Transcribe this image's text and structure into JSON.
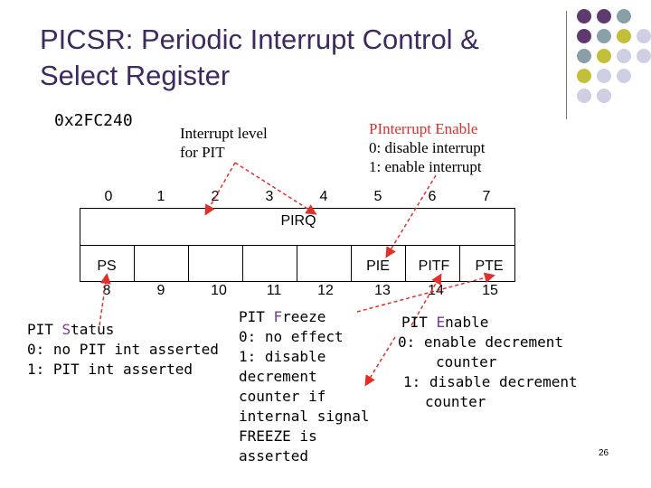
{
  "title": "PICSR: Periodic Interrupt Control & Select Register",
  "address": "0x2FC240",
  "annot_level": {
    "line1": "Interrupt level",
    "line2": "for PIT"
  },
  "annot_pie": {
    "line1_a": "PInterrupt ",
    "line1_b": "E",
    "line1_c": "nable",
    "line2": "0: disable interrupt",
    "line3": "1: enable interrupt"
  },
  "top_bits": [
    "0",
    "1",
    "2",
    "3",
    "4",
    "5",
    "6",
    "7"
  ],
  "upper_register": {
    "label": "PIRQ"
  },
  "lower_register": {
    "ps": "PS",
    "pie": "PIE",
    "pitf": "PITF",
    "pte": "PTE"
  },
  "bottom_bits": [
    "8",
    "9",
    "10",
    "11",
    "12",
    "13",
    "14",
    "15"
  ],
  "pit_status": {
    "a": "PIT ",
    "b": "S",
    "c": "tatus",
    "line2": "0: no PIT int asserted",
    "line3": "1: PIT int asserted"
  },
  "pit_freeze": {
    "a": "PIT ",
    "b": "F",
    "c": "reeze",
    "l2": "0: no effect",
    "l3": "1: disable",
    "l4": "decrement",
    "l5": "counter if",
    "l6": "internal signal",
    "l7": "FREEZE is",
    "l8": "asserted"
  },
  "pit_enable": {
    "a": "PIT ",
    "b": "E",
    "c": "nable",
    "l2": "0: enable decrement",
    "l3": "counter",
    "l4": "1: disable decrement",
    "l5": "counter"
  },
  "page_number": "26",
  "colors": {
    "title": "#3e2a5e",
    "arrow": "#e0302a",
    "dot_purple": "#5e3a6e",
    "dot_teal": "#8aa0a8",
    "dot_olive": "#c2c03a",
    "dot_lavender": "#cfcfe3"
  }
}
